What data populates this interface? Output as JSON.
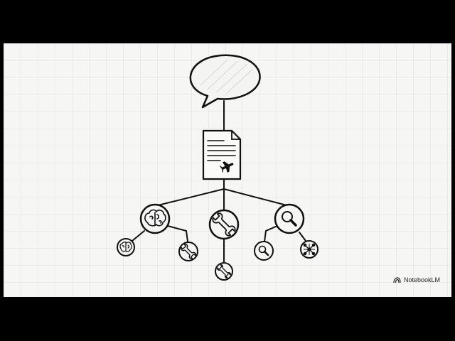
{
  "diagram": {
    "nodes": [
      {
        "id": "speech",
        "icon": "speech-bubble-icon"
      },
      {
        "id": "document",
        "icon": "flight-document-icon"
      },
      {
        "id": "brain",
        "icon": "brain-icon"
      },
      {
        "id": "tools",
        "icon": "wrench-icon"
      },
      {
        "id": "search",
        "icon": "magnifier-icon"
      },
      {
        "id": "brain-small",
        "icon": "brain-icon"
      },
      {
        "id": "tools-small-left",
        "icon": "wrench-icon"
      },
      {
        "id": "tools-small-bottom",
        "icon": "wrench-icon"
      },
      {
        "id": "search-small",
        "icon": "magnifier-icon"
      },
      {
        "id": "broken-link",
        "icon": "crossed-network-icon"
      }
    ],
    "edges": [
      [
        "speech",
        "document"
      ],
      [
        "document",
        "brain"
      ],
      [
        "document",
        "tools"
      ],
      [
        "document",
        "search"
      ],
      [
        "brain",
        "brain-small"
      ],
      [
        "brain",
        "tools-small-left"
      ],
      [
        "tools",
        "tools-small-bottom"
      ],
      [
        "search",
        "search-small"
      ],
      [
        "search",
        "broken-link"
      ]
    ]
  },
  "branding": {
    "label": "NotebookLM"
  }
}
